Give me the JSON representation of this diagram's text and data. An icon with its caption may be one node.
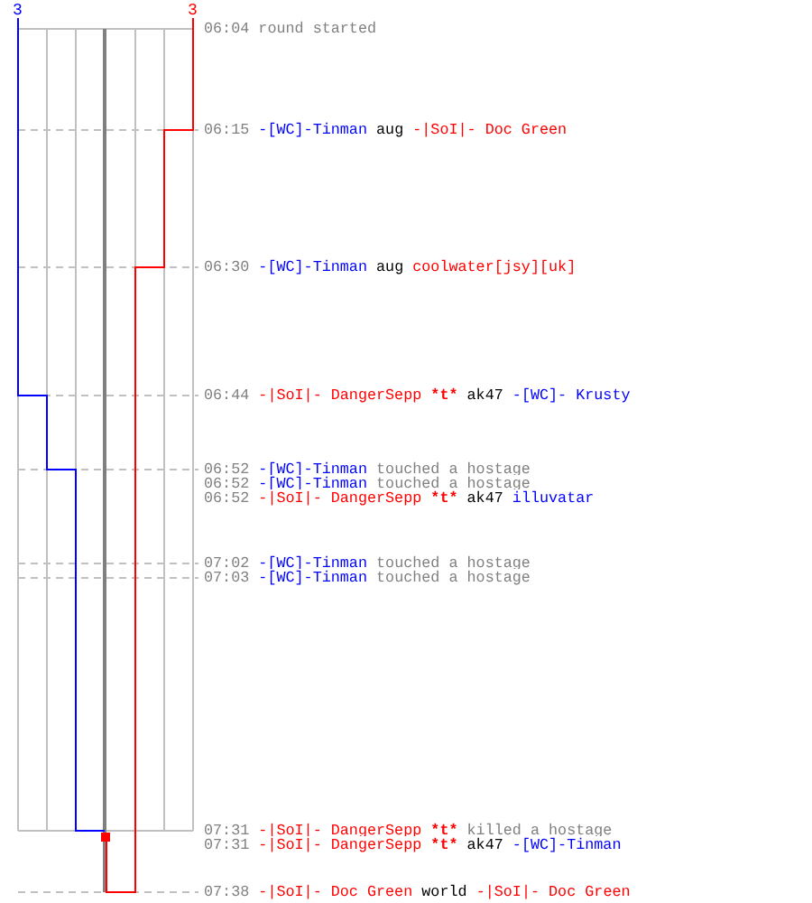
{
  "diagram": {
    "labels": [
      "3",
      "3",
      "06:04",
      "round started",
      "06:15",
      "-[WC]-Tinman",
      "aug",
      "-|SoI|- Doc Green",
      "06:30",
      "-[WC]-Tinman",
      "aug",
      "coolwater[jsy][uk]",
      "06:44",
      "-|SoI|- DangerSepp",
      "*t*",
      "ak47",
      "-[WC]- Krusty",
      "06:52",
      "-[WC]-Tinman",
      "touched a hostage",
      "06:52",
      "-[WC]-Tinman",
      "touched a hostage",
      "06:52",
      "-|SoI|- DangerSepp",
      "*t*",
      "ak47",
      "illuvatar",
      "07:02",
      "-[WC]-Tinman",
      "touched a hostage",
      "07:03",
      "-[WC]-Tinman",
      "touched a hostage",
      "07:31",
      "-|SoI|- DangerSepp",
      "*t*",
      "killed a hostage",
      "07:31",
      "-|SoI|- DangerSepp",
      "*t*",
      "ak47",
      "-[WC]-Tinman",
      "07:38",
      "-|SoI|- Doc Green",
      "world",
      "-|SoI|- Doc Green"
    ]
  }
}
